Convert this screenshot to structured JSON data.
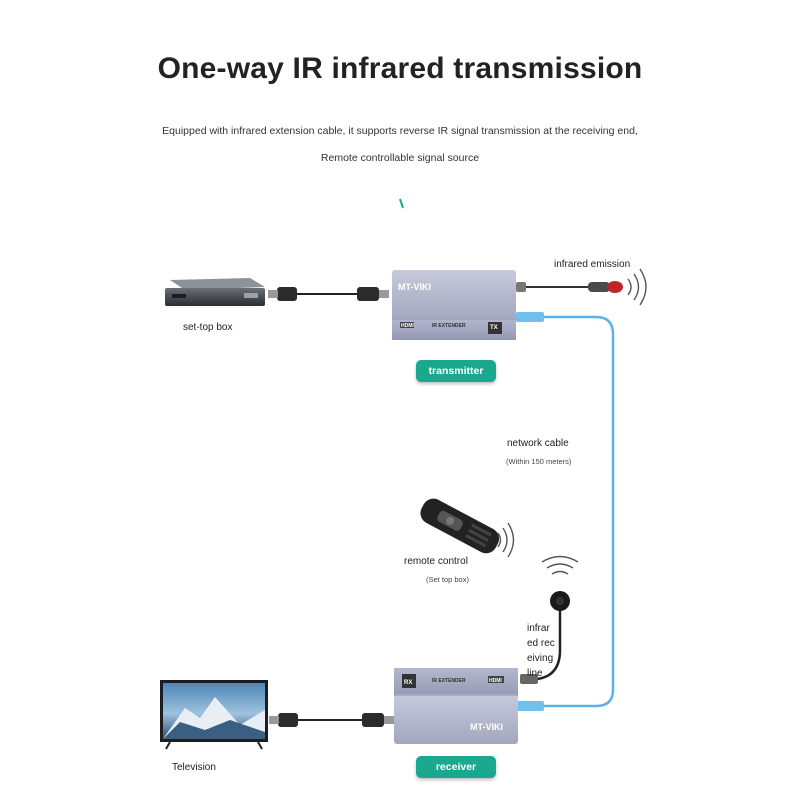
{
  "header": {
    "title": "One-way IR infrared transmission",
    "subtitle_line1": "Equipped with infrared extension cable, it supports reverse IR signal transmission at the receiving end,",
    "subtitle_line2": "Remote controllable signal source"
  },
  "diagram": {
    "set_top_box_label": "set-top box",
    "infrared_emission_label": "infrared emission",
    "transmitter_badge": "transmitter",
    "network_cable_label": "network cable",
    "network_cable_note": "(Within 150 meters)",
    "remote_control_label": "remote control",
    "remote_control_note": "(Set top box)",
    "ir_receiving_line_1": "infrar",
    "ir_receiving_line_2": "ed rec",
    "ir_receiving_line_3": "eiving",
    "ir_receiving_line_4": "line",
    "television_label": "Television",
    "receiver_badge": "receiver",
    "tx_brand": "MT-VIKI",
    "tx_model": "IR EXTENDER",
    "tx_code": "TX",
    "tx_hdmi": "HDMI",
    "rx_brand": "MT-VIKI",
    "rx_model": "IR EXTENDER",
    "rx_code": "RX",
    "rx_hdmi": "HDMI"
  },
  "colors": {
    "badge": "#1aa88e",
    "network_cable": "#5ab4e8",
    "device_body": "#a9adc4"
  }
}
